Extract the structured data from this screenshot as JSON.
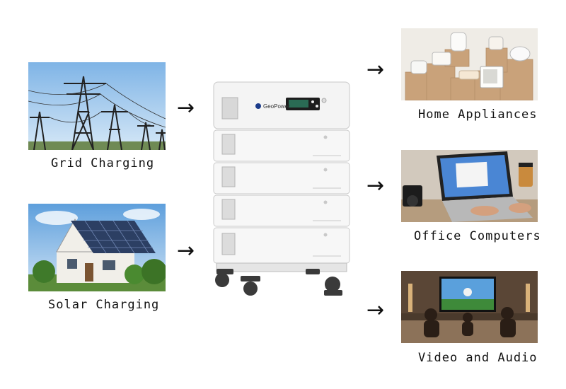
{
  "sources": [
    {
      "label": "Grid Charging",
      "icon": "power-pylon-icon"
    },
    {
      "label": "Solar Charging",
      "icon": "solar-house-icon"
    }
  ],
  "product": {
    "brand": "GeoPower",
    "icon": "battery-stack-icon"
  },
  "outputs": [
    {
      "label": "Home Appliances",
      "icon": "home-appliances-icon"
    },
    {
      "label": "Office Computers",
      "icon": "laptop-icon"
    },
    {
      "label": "Video and Audio",
      "icon": "television-icon"
    }
  ],
  "arrow_glyph": "→"
}
